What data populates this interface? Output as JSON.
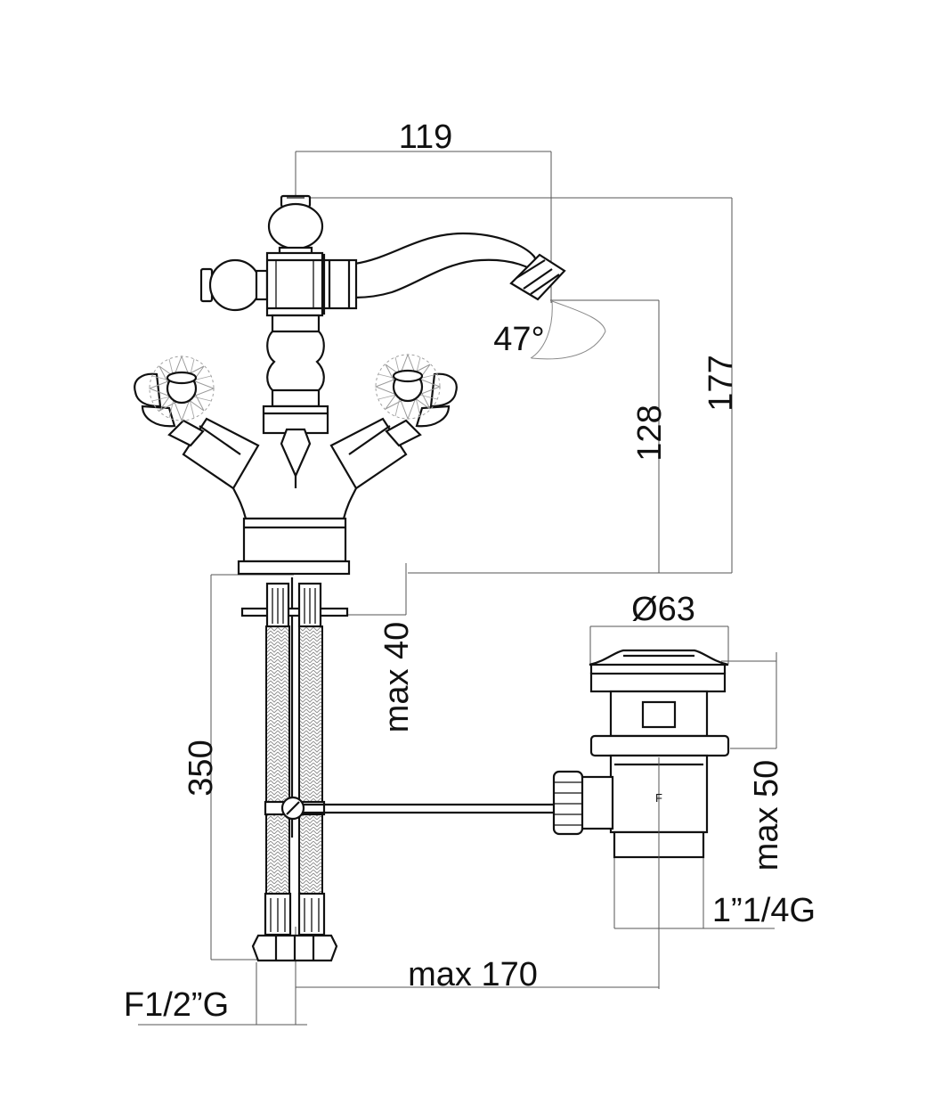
{
  "dimensions": {
    "width_119": "119",
    "height_177": "177",
    "height_128": "128",
    "angle_47": "47°",
    "diameter_63": "Ø63",
    "max_40": "max 40",
    "length_350": "350",
    "max_50": "max 50",
    "max_170": "max 170",
    "thread_f12": "F1/2”G",
    "thread_114": "1”1/4G"
  },
  "marks": {
    "waste_letter": "F"
  },
  "icons": {
    "tap_body": "bidet-mixer-tap",
    "handles": "cross-handle-knob",
    "hoses": "braided-flexible-hose",
    "waste": "pop-up-waste-valve"
  }
}
